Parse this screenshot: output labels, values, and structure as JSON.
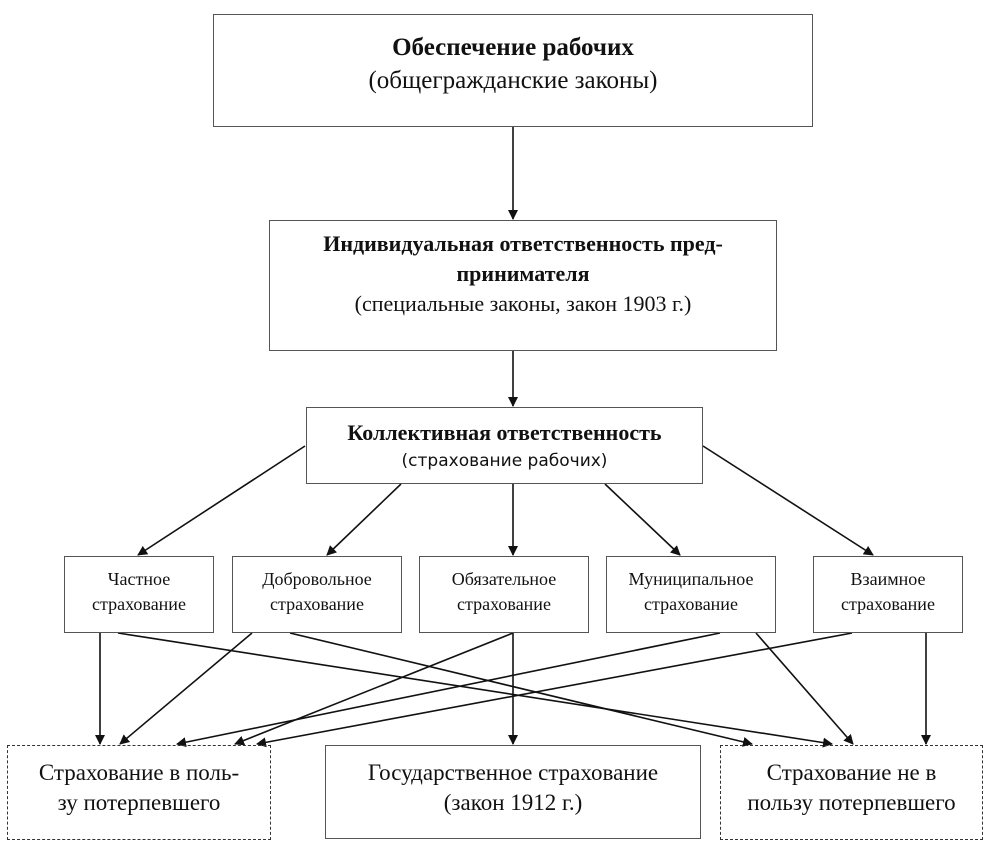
{
  "diagram": {
    "top": {
      "title": "Обеспечение рабочих",
      "subtitle": "(общегражданские законы)"
    },
    "individual": {
      "title": "Индивидуальная ответственность пред-принимателя",
      "subtitle": "(специальные законы, закон 1903 г.)"
    },
    "collective": {
      "title": "Коллективная ответственность",
      "subtitle": "(страхование рабочих)"
    },
    "types": [
      {
        "line1": "Частное",
        "line2": "страхование"
      },
      {
        "line1": "Добровольное",
        "line2": "страхование"
      },
      {
        "line1": "Обязательное",
        "line2": "страхование"
      },
      {
        "line1": "Муниципальное",
        "line2": "страхование"
      },
      {
        "line1": "Взаимное",
        "line2": "страхование"
      }
    ],
    "outcomes": [
      {
        "line1": "Страхование в поль-",
        "line2": "зу потерпевшего",
        "style": "dashed"
      },
      {
        "line1": "Государственное страхование",
        "line2": "(закон 1912 г.)",
        "style": "solid"
      },
      {
        "line1": "Страхование не в",
        "line2": "пользу потерпевшего",
        "style": "dashed"
      }
    ],
    "edges": [
      {
        "from": "top",
        "to": "individual"
      },
      {
        "from": "individual",
        "to": "collective"
      },
      {
        "from": "collective",
        "to": "types.0"
      },
      {
        "from": "collective",
        "to": "types.1"
      },
      {
        "from": "collective",
        "to": "types.2"
      },
      {
        "from": "collective",
        "to": "types.3"
      },
      {
        "from": "collective",
        "to": "types.4"
      },
      {
        "from": "types.0",
        "to": "outcomes.0"
      },
      {
        "from": "types.0",
        "to": "outcomes.2"
      },
      {
        "from": "types.1",
        "to": "outcomes.0"
      },
      {
        "from": "types.1",
        "to": "outcomes.2"
      },
      {
        "from": "types.2",
        "to": "outcomes.1"
      },
      {
        "from": "types.2",
        "to": "outcomes.0"
      },
      {
        "from": "types.3",
        "to": "outcomes.0"
      },
      {
        "from": "types.3",
        "to": "outcomes.2"
      },
      {
        "from": "types.4",
        "to": "outcomes.0"
      },
      {
        "from": "types.4",
        "to": "outcomes.2"
      }
    ],
    "line_color": "#111111"
  }
}
